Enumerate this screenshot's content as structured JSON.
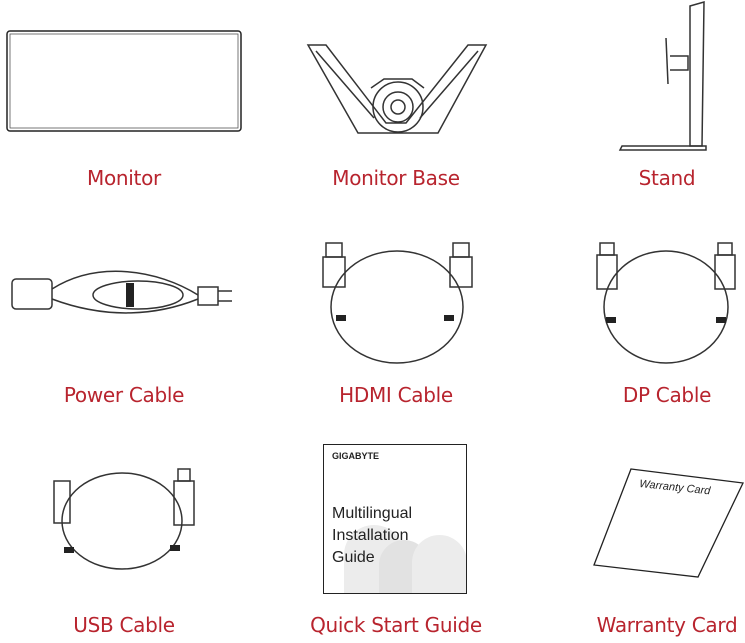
{
  "items": [
    {
      "label": "Monitor"
    },
    {
      "label": "Monitor Base"
    },
    {
      "label": "Stand"
    },
    {
      "label": "Power Cable"
    },
    {
      "label": "HDMI Cable"
    },
    {
      "label": "DP Cable"
    },
    {
      "label": "USB Cable"
    },
    {
      "label": "Quick Start Guide"
    },
    {
      "label": "Warranty Card"
    }
  ],
  "guide": {
    "brand": "GIGABYTE",
    "line1": "Multilingual",
    "line2": "Installation",
    "line3": "Guide"
  },
  "warranty": {
    "text": "Warranty Card"
  },
  "colors": {
    "label": "#b8242e",
    "line": "#222222"
  }
}
